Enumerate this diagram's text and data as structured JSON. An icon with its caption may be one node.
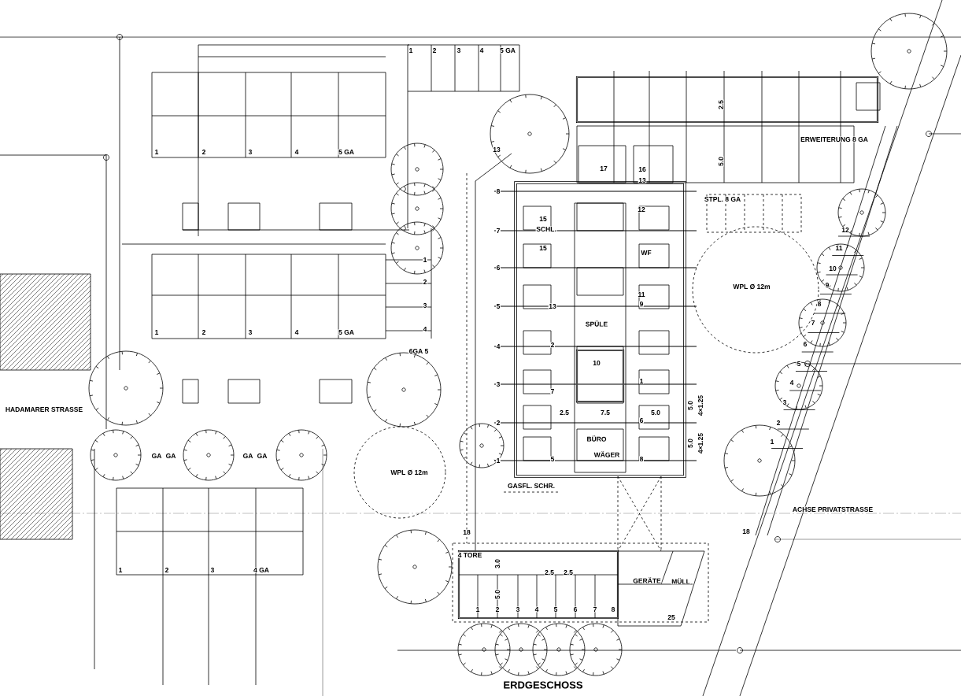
{
  "diagram": {
    "title": "ERDGESCHOSS",
    "labels": [
      "1",
      "2",
      "3",
      "4",
      "5 GA",
      "1",
      "2",
      "3",
      "4",
      "5 GA",
      "1",
      "2",
      "3",
      "4",
      "5 GA",
      "1",
      "2",
      "3",
      "4",
      "6GA 5",
      "GA",
      "GA",
      "GA",
      "GA",
      "1",
      "2",
      "3",
      "4 GA",
      "HADAMARER STRASSE",
      "13",
      "8",
      "7",
      "6",
      "5",
      "4",
      "3",
      "2",
      "1",
      "17",
      "16",
      "13",
      "15",
      "SCHL.",
      "12",
      "15",
      "WF",
      "11",
      "9",
      "13",
      "SPÜLE",
      "2",
      "10",
      "1",
      "7",
      "2.5",
      "7.5",
      "5.0",
      "6",
      "BÜRO",
      "WÄGER",
      "5",
      "8",
      "GASFL. SCHR.",
      "5.0",
      "4×1.25",
      "5.0",
      "4×1.25",
      "2.5",
      "5.0",
      "ERWEITERUNG 8 GA",
      "STPL. 8 GA",
      "WPL Ø 12m",
      "WPL Ø 12m",
      "12",
      "11",
      "10",
      "9",
      "8",
      "7",
      "6",
      "5",
      "4",
      "3",
      "2",
      "1",
      "ACHSE PRIVATSTRASSE",
      "18",
      "18",
      "4 TORE",
      "3.0",
      "5.0",
      "2.5",
      "2.5",
      "1",
      "2",
      "3",
      "4",
      "5",
      "6",
      "7",
      "8",
      "GERÄTE",
      "MÜLL",
      "25"
    ]
  }
}
